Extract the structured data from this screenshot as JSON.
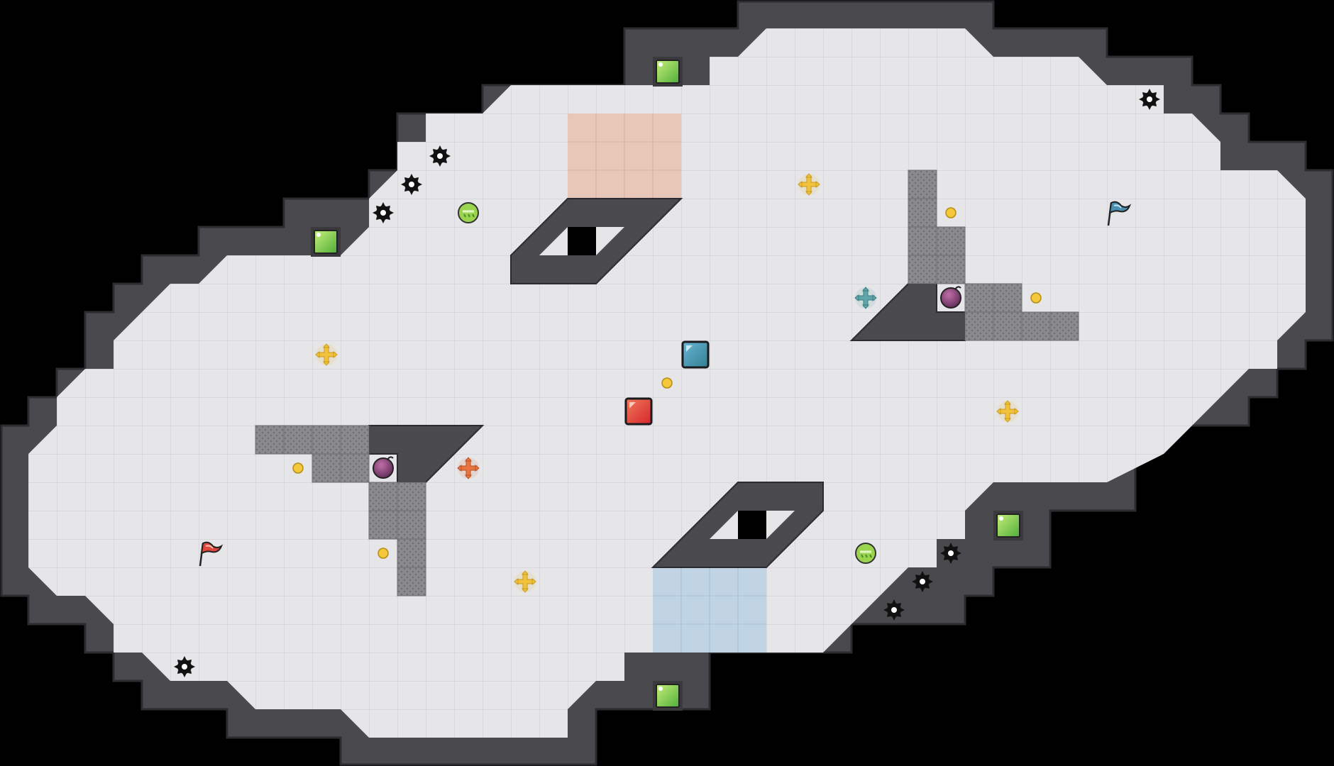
{
  "game": {
    "colors": {
      "background": "#000000",
      "wall": "#4a4a4e",
      "wall_edge": "#2c2c30",
      "floor": "#e6e6e9",
      "grid": "#d0d0d4",
      "block": "#8a8a8c",
      "red_zone": "#e8c3b3",
      "blue_zone": "#bcd1e3",
      "red_team": "#e0473c",
      "blue_team": "#4a8fb0",
      "powerup_yellow": "#f2c23c",
      "powerup_teal": "#5fa6aa",
      "powerup_orange": "#e9743f",
      "boost": "#f3c83b",
      "portal": "#8fd14f"
    },
    "players": [
      {
        "team": "red",
        "icon": "red-ball-player"
      },
      {
        "team": "blue",
        "icon": "blue-ball-player"
      }
    ],
    "flags": [
      {
        "team": "red",
        "icon": "red-flag-icon"
      },
      {
        "team": "blue",
        "icon": "blue-flag-icon"
      }
    ],
    "item_types": [
      "spike-icon",
      "boost-icon",
      "bomb-icon",
      "powerup-icon",
      "portal-icon",
      "gate-icon"
    ]
  }
}
